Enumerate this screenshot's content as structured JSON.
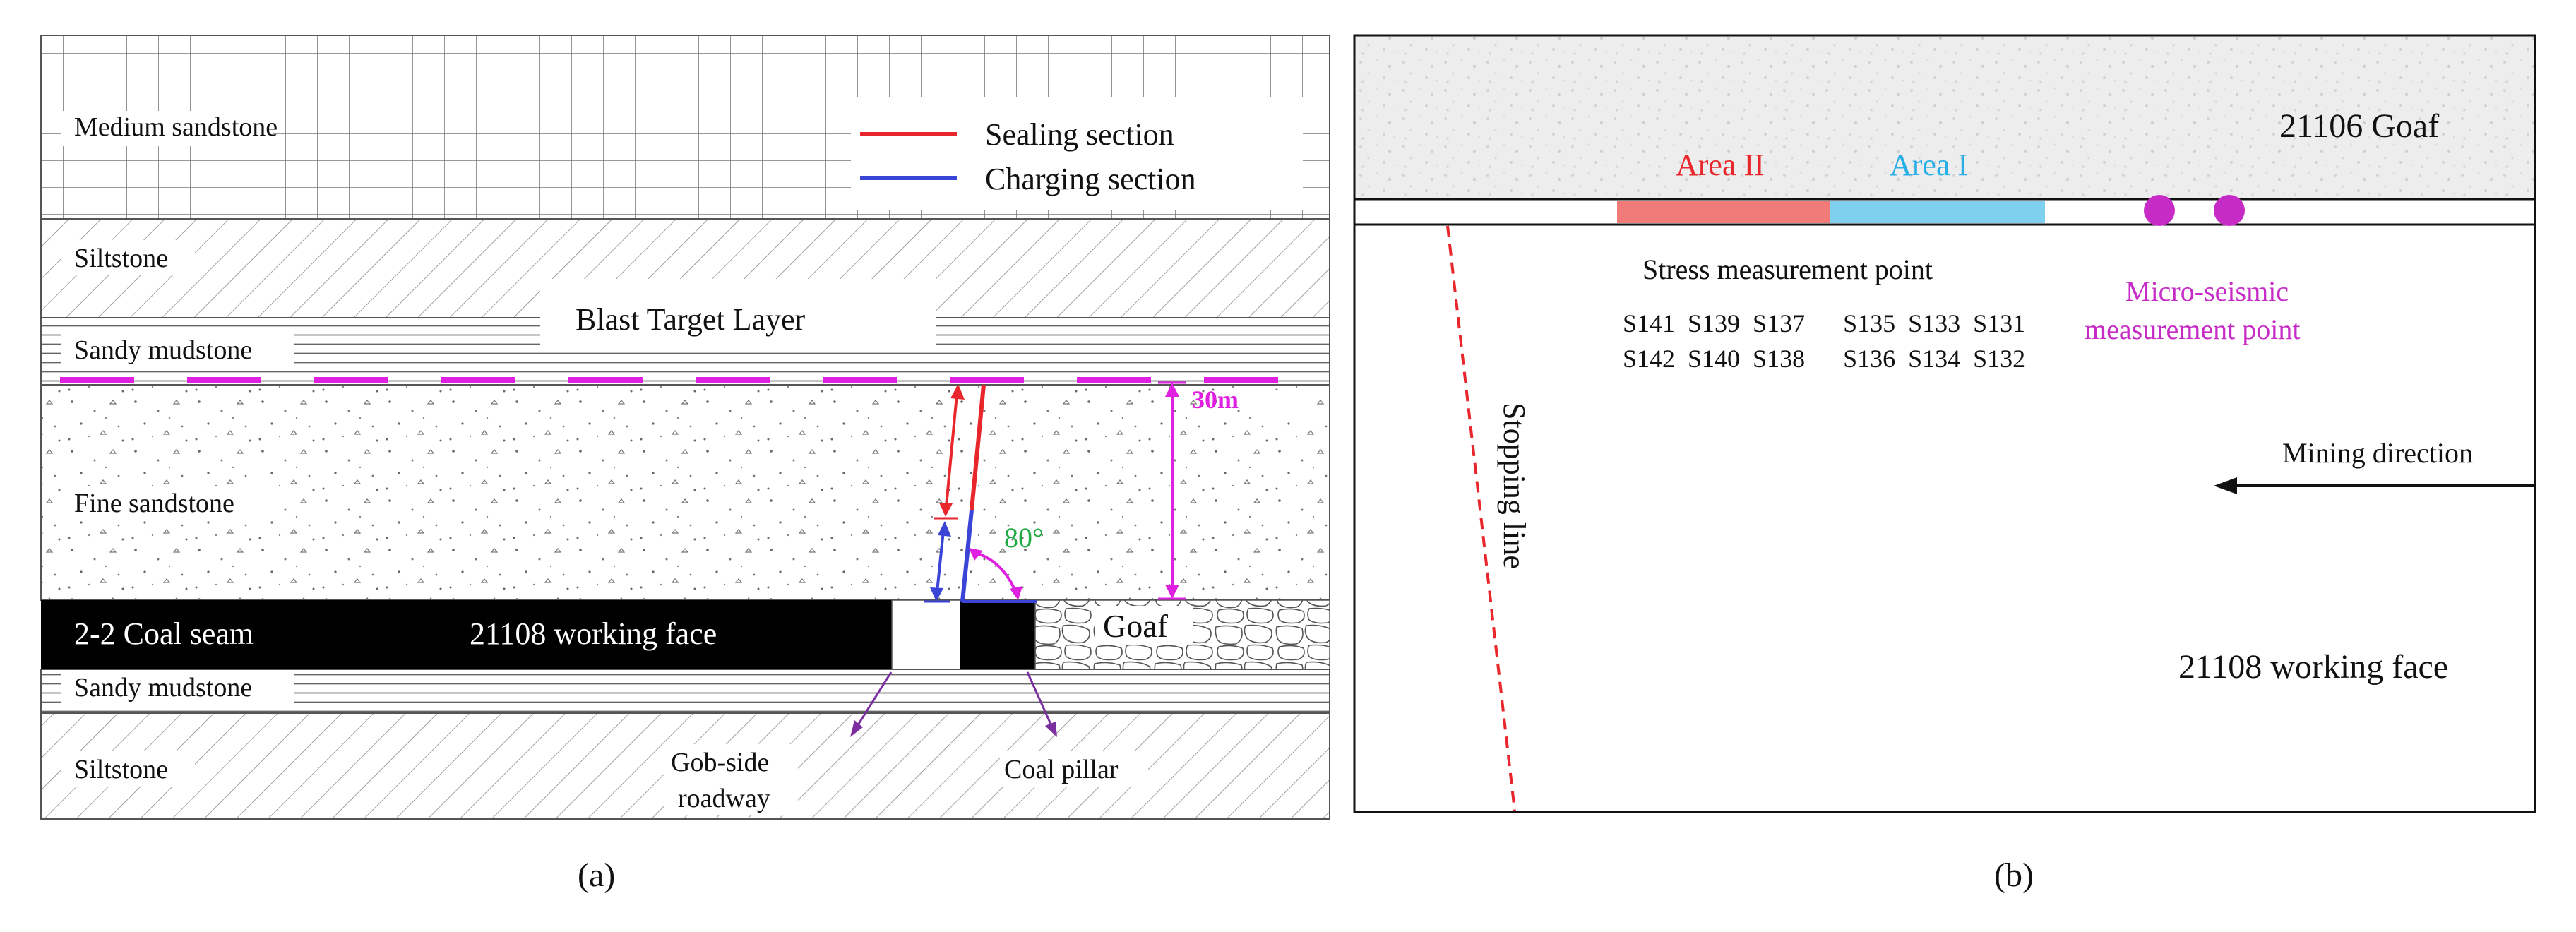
{
  "panel_a": {
    "caption": "(a)",
    "layers": {
      "medium_sandstone": "Medium sandstone",
      "siltstone_top": "Siltstone",
      "sandy_mudstone_top": "Sandy mudstone",
      "fine_sandstone": "Fine sandstone",
      "coal_seam": "2-2 Coal seam",
      "sandy_mudstone_bottom": "Sandy mudstone",
      "siltstone_bottom": "Siltstone"
    },
    "blast_target_layer": "Blast Target Layer",
    "working_face": "21108 working face",
    "goaf": "Goaf",
    "height_label": "30m",
    "angle_label": "80°",
    "gob_side_roadway": [
      "Gob-side",
      "roadway"
    ],
    "coal_pillar": "Coal pillar",
    "legend": [
      {
        "label": "Sealing section",
        "color": "#e8262b"
      },
      {
        "label": "Charging section",
        "color": "#3a44d6"
      }
    ]
  },
  "panel_b": {
    "caption": "(b)",
    "goaf_label": "21106 Goaf",
    "area_2": {
      "label": "Area II",
      "color": "#f07b78",
      "text_color": "#e8262b"
    },
    "area_1": {
      "label": "Area I",
      "color": "#7fd0ee",
      "text_color": "#2aaee6"
    },
    "stress_title": "Stress measurement point",
    "stress_row1": "S141  S139  S137      S135  S133  S131",
    "stress_row2": "S142  S140  S138      S136  S134  S132",
    "micro_seismic": [
      "Micro-seismic",
      "measurement point"
    ],
    "stopping_line": "Stopping line",
    "mining_direction": "Mining direction",
    "working_face": "21108 working face"
  },
  "colors": {
    "magenta": "#e020e0",
    "green": "#22aa44",
    "purple": "#7a2ea0",
    "dashed_red": "#e8262b"
  }
}
